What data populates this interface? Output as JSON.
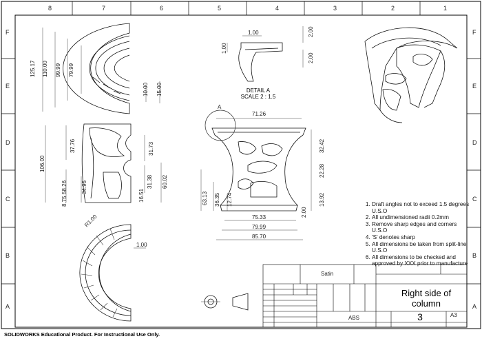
{
  "zones": {
    "columns": [
      "8",
      "7",
      "6",
      "5",
      "4",
      "3",
      "2",
      "1"
    ],
    "rows": [
      "F",
      "E",
      "D",
      "C",
      "B",
      "A"
    ]
  },
  "dimensions": {
    "top_view": [
      "125.17",
      "110.00",
      "99.99",
      "79.99",
      "10.00",
      "15.00"
    ],
    "detail": [
      "1.00",
      "1.00",
      "2.00",
      "2.00"
    ],
    "side_view": [
      "37.76",
      "106.00",
      "58.26",
      "34.95",
      "8.75",
      "16.51",
      "31.38",
      "60.02",
      "31.73",
      "R1.00"
    ],
    "front_view": [
      "71.26",
      "32.42",
      "22.28",
      "13.92",
      "2.00",
      "63.13",
      "36.35",
      "12.74",
      "75.33",
      "79.99",
      "85.70"
    ],
    "bottom_view": [
      "1.00"
    ]
  },
  "detail_label": {
    "callout": "A",
    "line1": "DETAIL A",
    "line2": "SCALE 2 : 1.5"
  },
  "notes": [
    "Draft angles not to exceed 1.5 degrees U.S.O",
    "All undimensioned radii 0.2mm",
    "Remove sharp edges and corners U.S.O",
    "'S' denotes sharp",
    "All dimensions be taken from split-line U.S.O",
    "All dimensions to be checked and approved by XXX prior to manufacture"
  ],
  "title_block": {
    "finish": "Satin",
    "material": "ABS",
    "title_line1": "Right side of",
    "title_line2": "column",
    "drawing_number": "3",
    "size": "A3"
  },
  "footer": "SOLIDWORKS Educational Product. For Instructional Use Only."
}
